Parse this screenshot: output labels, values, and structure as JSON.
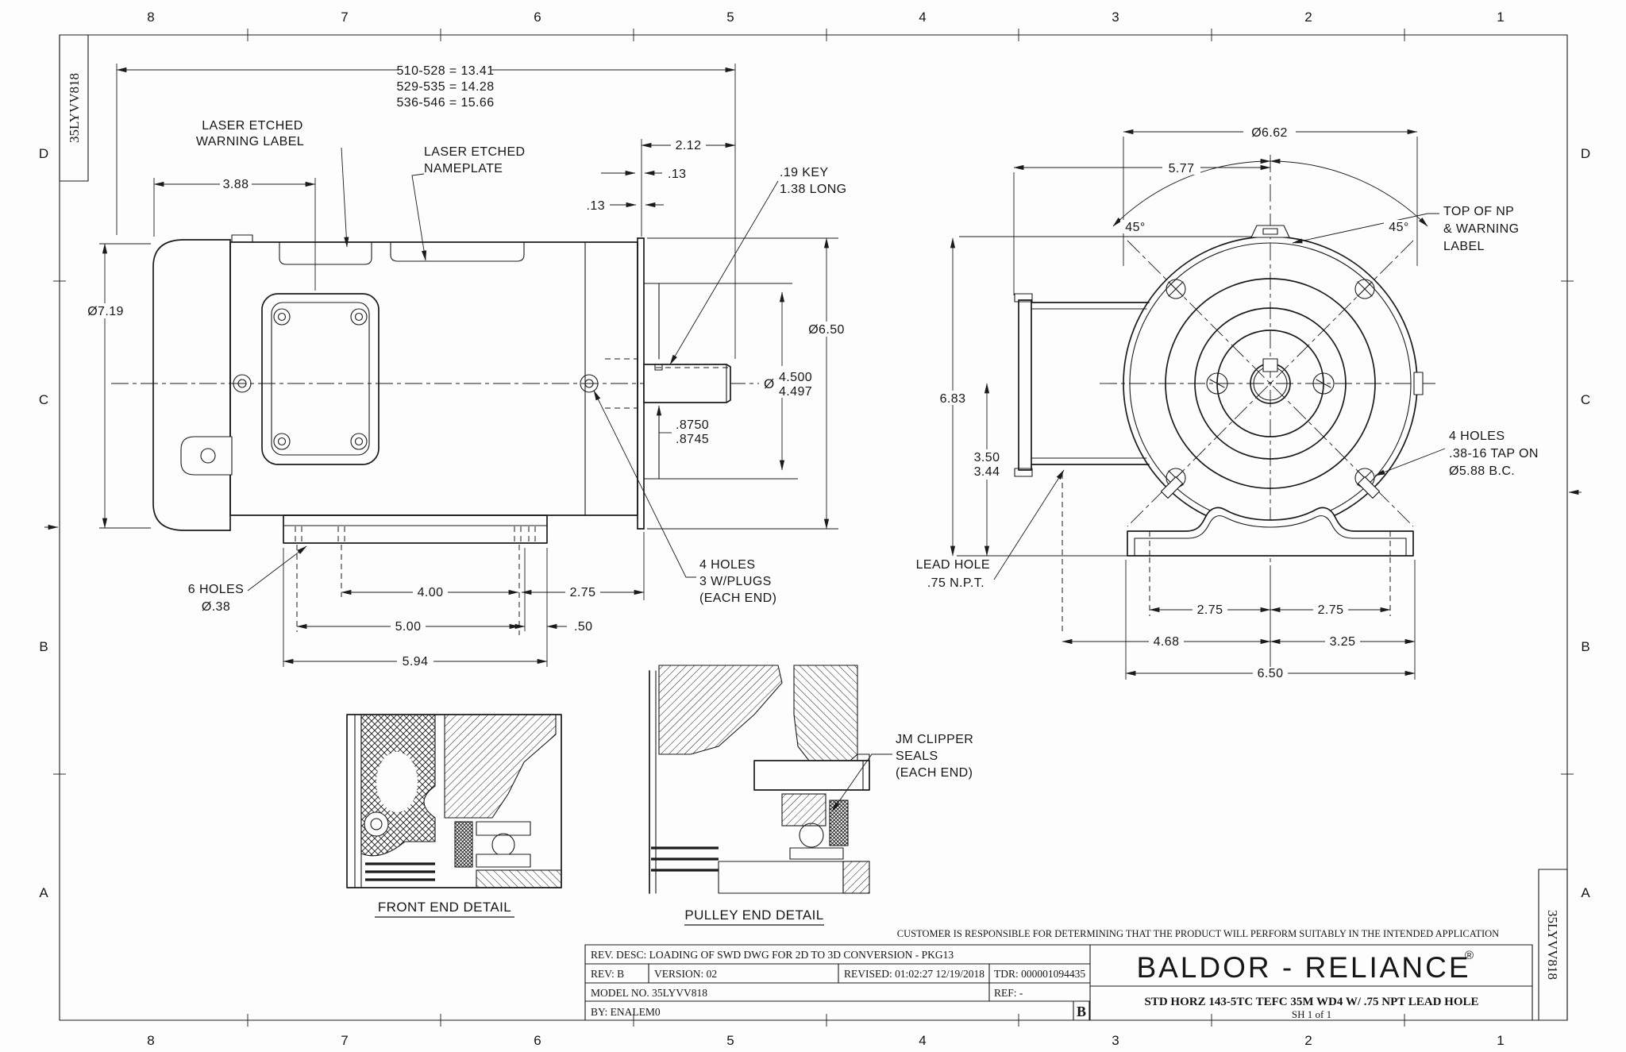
{
  "doc": {
    "number": "35LYVV818"
  },
  "border": {
    "cols": [
      "8",
      "7",
      "6",
      "5",
      "4",
      "3",
      "2",
      "1"
    ],
    "rows": [
      "D",
      "C",
      "B",
      "A"
    ]
  },
  "side": {
    "len1": "510-528 = 13.41",
    "len2": "529-535 = 14.28",
    "len3": "536-546 = 15.66",
    "warn1": "LASER ETCHED",
    "warn2": "WARNING LABEL",
    "name1": "LASER ETCHED",
    "name2": "NAMEPLATE",
    "d388": "3.88",
    "d719": "Ø7.19",
    "d212": "2.12",
    "d13a": ".13",
    "d13b": ".13",
    "key1": ".19 KEY",
    "key2": "1.38 LONG",
    "d650": "Ø6.50",
    "dia": "Ø",
    "d4500": "4.500",
    "d4497": "4.497",
    "d8750": ".8750",
    "d8745": ".8745",
    "holes1": "4 HOLES",
    "holes2": "3 W/PLUGS",
    "holes3": "(EACH END)",
    "six1": "6 HOLES",
    "six2": "Ø.38",
    "d400": "4.00",
    "d275": "2.75",
    "d500": "5.00",
    "d050": ".50",
    "d594": "5.94"
  },
  "front": {
    "d662": "Ø6.62",
    "d577": "5.77",
    "a45l": "45°",
    "a45r": "45°",
    "np1": "TOP OF NP",
    "np2": "& WARNING",
    "np3": "LABEL",
    "d683": "6.83",
    "d350": "3.50",
    "d344": "3.44",
    "tap1": "4 HOLES",
    "tap2": ".38-16 TAP ON",
    "tap3": "Ø5.88 B.C.",
    "lead1": "LEAD HOLE",
    "lead2": ".75 N.P.T.",
    "d275l": "2.75",
    "d275r": "2.75",
    "d468": "4.68",
    "d325": "3.25",
    "d650": "6.50"
  },
  "details": {
    "front_title": "FRONT END DETAIL",
    "pulley_title": "PULLEY END DETAIL",
    "jm1": "JM CLIPPER",
    "jm2": "SEALS",
    "jm3": "(EACH END)"
  },
  "titleblock": {
    "disclaimer": "CUSTOMER IS RESPONSIBLE FOR DETERMINING THAT THE PRODUCT WILL PERFORM SUITABLY IN THE INTENDED APPLICATION",
    "rev_desc": "REV. DESC: LOADING OF SWD DWG FOR 2D TO 3D CONVERSION - PKG13",
    "rev": "REV:  B",
    "version": "VERSION:  02",
    "revised": "REVISED: 01:02:27 12/19/2018",
    "tdr": "TDR: 000001094435",
    "model": "MODEL NO.  35LYVV818",
    "ref": "REF:  -",
    "by": "BY: ENALEM0",
    "rev_letter": "B",
    "brand": "BALDOR - RELIANCE",
    "reg": "®",
    "desc": "STD HORZ 143-5TC TEFC 35M WD4 W/ .75 NPT LEAD HOLE",
    "sheet": "SH 1 of 1"
  }
}
